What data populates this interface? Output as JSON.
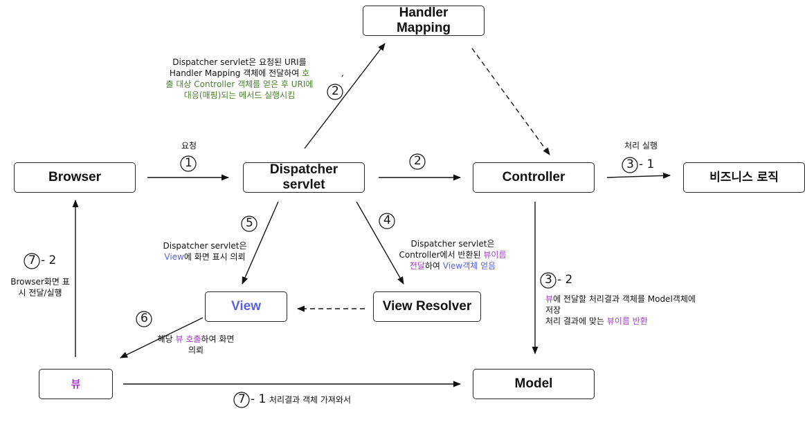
{
  "nodes": {
    "handler_mapping": [
      "Handler",
      "Mapping"
    ],
    "dispatcher": [
      "Dispatcher",
      "servlet"
    ],
    "browser": "Browser",
    "controller": "Controller",
    "business": "비즈니스 로직",
    "view": "View",
    "view_resolver": "View Resolver",
    "view_small": "뷰",
    "model": "Model"
  },
  "colors": {
    "green": "#4a7f2a",
    "purple": "#a43ac9",
    "blue": "#5a63e0"
  },
  "steps": {
    "s1": "1",
    "s1_label": "요청",
    "s2p": "2",
    "s2p_prime": "′",
    "s2": "2",
    "s3_1": "3",
    "s3_1_suffix": "- 1",
    "s3_1_label": "처리 실행",
    "s3_2": "3",
    "s3_2_suffix": "- 2",
    "s4": "4",
    "s5": "5",
    "s6": "6",
    "s7_1": "7",
    "s7_1_suffix": "- 1",
    "s7_1_label": "처리결과 객체 가져와서",
    "s7_2": "7",
    "s7_2_suffix": "- 2"
  },
  "notes": {
    "handler": {
      "l1": "Dispatcher servlet은 요청된 URI를",
      "l2a": "Handler Mapping 객체에 전달하여 ",
      "l2b": "호",
      "l3": "출 대상 Controller 객체를 얻은 후 URI에",
      "l4": "대응(매핑)되는 메서드 실행시킴"
    },
    "step5": {
      "l1": "Dispatcher servlet은",
      "l2a": "View",
      "l2b": "에 화면 표시 의뢰"
    },
    "step4": {
      "l1": "Dispatcher servlet은",
      "l2a": "Controller에서 반환된 ",
      "l2b": "뷰이름",
      "l3a": "전달",
      "l3b": "하여 ",
      "l3c": "View객체 얻음"
    },
    "step6": {
      "l1a": "해당 ",
      "l1b": "뷰 호출",
      "l1c": "하여 화면",
      "l2": "의뢰"
    },
    "step7_2": {
      "l1": "Browser화면 표",
      "l2": "시 전달/실행"
    },
    "step3_2": {
      "l1a": "뷰",
      "l1b": "에 전달할 처리결과 객체를 Model객체에",
      "l2": "저장",
      "l3a": "처리 결과에 맞는 ",
      "l3b": "뷰이름 반환"
    }
  }
}
